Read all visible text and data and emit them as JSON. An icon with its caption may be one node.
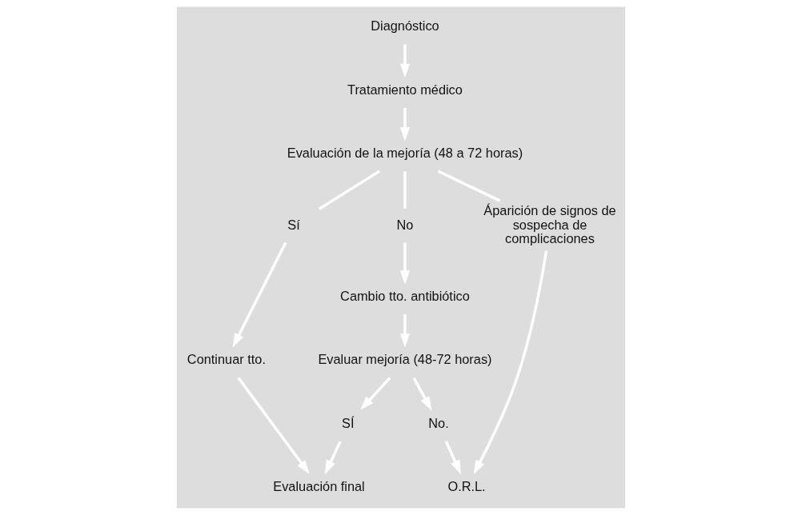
{
  "diagram": {
    "nodes": [
      {
        "text": [
          "Diagnóstico"
        ]
      },
      {
        "text": [
          "Tratamiento médico"
        ]
      },
      {
        "text": [
          "Evaluación de la mejoría (48 a 72 horas)"
        ]
      },
      {
        "text": [
          "Sí"
        ]
      },
      {
        "text": [
          "No"
        ]
      },
      {
        "text": [
          "Áparición de signos de sospecha de complicaciones"
        ]
      },
      {
        "text": [
          "Continuar tto."
        ]
      },
      {
        "text": [
          "Cambio tto. antibiótico"
        ]
      },
      {
        "text": [
          "Evaluar mejoría (48-72 horas)"
        ]
      },
      {
        "text": [
          "O.R.L."
        ]
      },
      {
        "text": [
          "SÍ"
        ]
      },
      {
        "text": [
          "No."
        ]
      },
      {
        "text": [
          "Evaluación final"
        ]
      }
    ],
    "edges": [
      {
        "from": 0,
        "to": 1,
        "arrow": "to"
      },
      {
        "from": 1,
        "to": 2,
        "arrow": "to"
      },
      {
        "from": 2,
        "to": 3,
        "arrow": "none"
      },
      {
        "from": 2,
        "to": 4,
        "arrow": "none"
      },
      {
        "from": 2,
        "to": 5,
        "arrow": "none"
      },
      {
        "from": 3,
        "to": 6,
        "arrow": "to"
      },
      {
        "from": 4,
        "to": 7,
        "arrow": "to"
      },
      {
        "from": 5,
        "to": 9,
        "arrow": "to"
      },
      {
        "from": 7,
        "to": 8,
        "arrow": "to"
      },
      {
        "from": 6,
        "to": 12,
        "arrow": "to"
      },
      {
        "from": 8,
        "to": 10,
        "arrow": "to"
      },
      {
        "from": 8,
        "to": 11,
        "arrow": "to"
      },
      {
        "from": 10,
        "to": 12,
        "arrow": "to"
      },
      {
        "from": 11,
        "to": 9,
        "arrow": "to"
      }
    ]
  }
}
